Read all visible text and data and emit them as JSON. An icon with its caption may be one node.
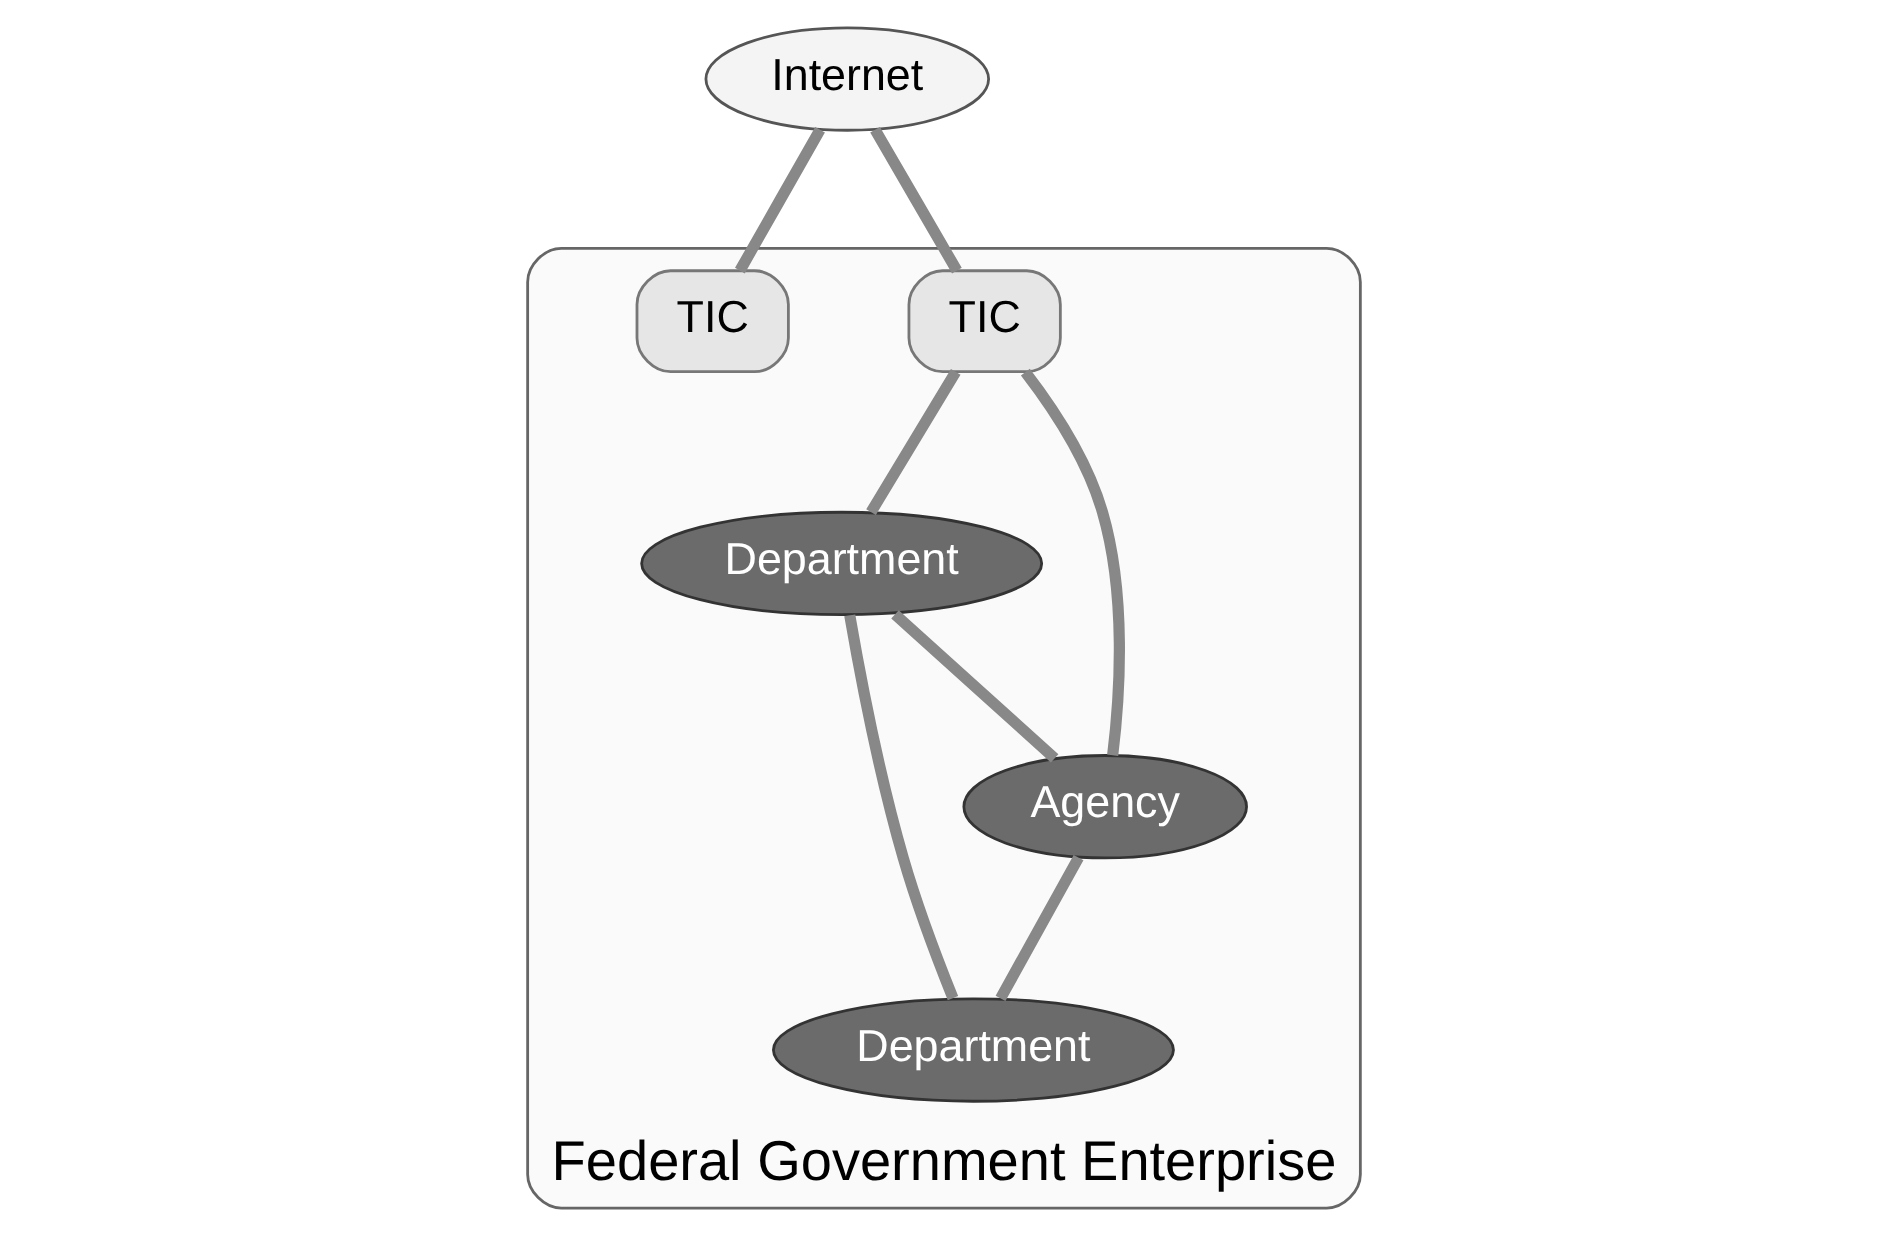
{
  "diagram": {
    "nodes": [
      {
        "text": [
          "Internet"
        ]
      },
      {
        "text": [
          "Federal Government Enterprise"
        ]
      },
      {
        "text": [
          "TIC"
        ],
        "in": 1
      },
      {
        "text": [
          "TIC"
        ],
        "in": 1
      },
      {
        "text": [
          "Department"
        ],
        "in": 1
      },
      {
        "text": [
          "Agency"
        ],
        "in": 1
      },
      {
        "text": [
          "Department"
        ],
        "in": 1
      }
    ],
    "edges": [
      {
        "from": 0,
        "to": 2,
        "arrow": "none"
      },
      {
        "from": 0,
        "to": 3,
        "arrow": "none"
      },
      {
        "from": 2,
        "to": 4,
        "arrow": "none"
      },
      {
        "from": 2,
        "to": 5,
        "arrow": "none"
      },
      {
        "from": 4,
        "to": 5,
        "arrow": "none"
      },
      {
        "from": 5,
        "to": 6,
        "arrow": "none"
      },
      {
        "from": 4,
        "to": 6,
        "arrow": "none"
      }
    ]
  }
}
